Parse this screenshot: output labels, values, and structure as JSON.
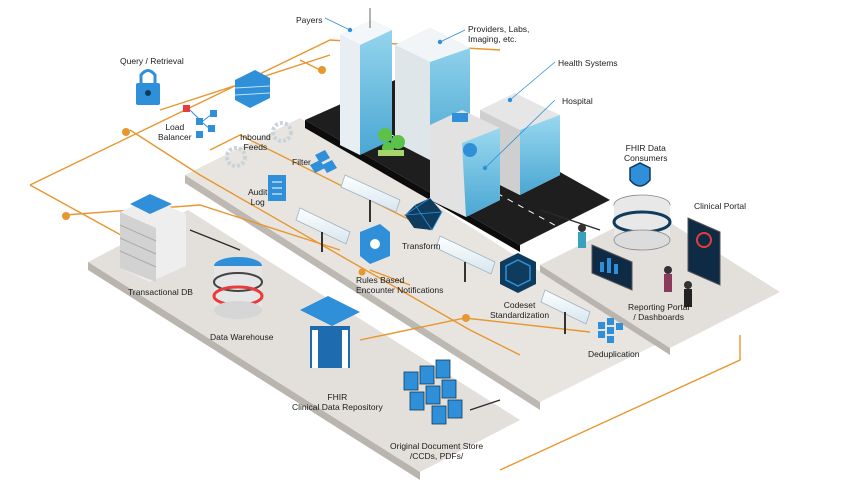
{
  "labels": {
    "payers": "Payers",
    "providers_1": "Providers, Labs,",
    "providers_2": "Imaging, etc.",
    "health_systems": "Health Systems",
    "hospital": "Hospital",
    "query": "Query / Retrieval",
    "load_balancer_1": "Load",
    "load_balancer_2": "Balancer",
    "inbound_1": "Inbound",
    "inbound_2": "Feeds",
    "filter": "Filter",
    "audit_1": "Audit",
    "audit_2": "Log",
    "transform": "Transform",
    "rules_1": "Rules Based",
    "rules_2": "Encounter Notifications",
    "codeset_1": "Codeset",
    "codeset_2": "Standardization",
    "dedup": "Deduplication",
    "fhir_consumers_1": "FHIR Data",
    "fhir_consumers_2": "Consumers",
    "clinical_portal": "Clinical Portal",
    "reporting_1": "Reporting Portal",
    "reporting_2": "/ Dashboards",
    "transactional_db": "Transactional DB",
    "data_warehouse": "Data Warehouse",
    "fhir_cdr_1": "FHIR",
    "fhir_cdr_2": "Clinical Data Repository",
    "doc_store_1": "Original Document Store",
    "doc_store_2": "/CCDs, PDFs/"
  },
  "colors": {
    "platform": "#e3e0db",
    "platform_side": "#b9b5ae",
    "road": "#1e1e1e",
    "orange_line": "#e8962e",
    "accent_blue": "#2f8fd8",
    "building_blue": "#7ec9e6",
    "gray_block": "#dcdcdc"
  },
  "icons": {
    "lock": "lock-icon",
    "firewall": "firewall-icon",
    "load_balancer": "network-node-icon",
    "gear": "gear-icon",
    "filter": "filter-icon",
    "audit": "document-icon",
    "transform": "polyhedron-icon",
    "rules": "bell-icon",
    "codeset": "cube-icon",
    "dedup": "blocks-icon",
    "shield": "shield-icon",
    "database": "database-icon",
    "monitor": "monitor-icon",
    "person": "person-icon"
  }
}
